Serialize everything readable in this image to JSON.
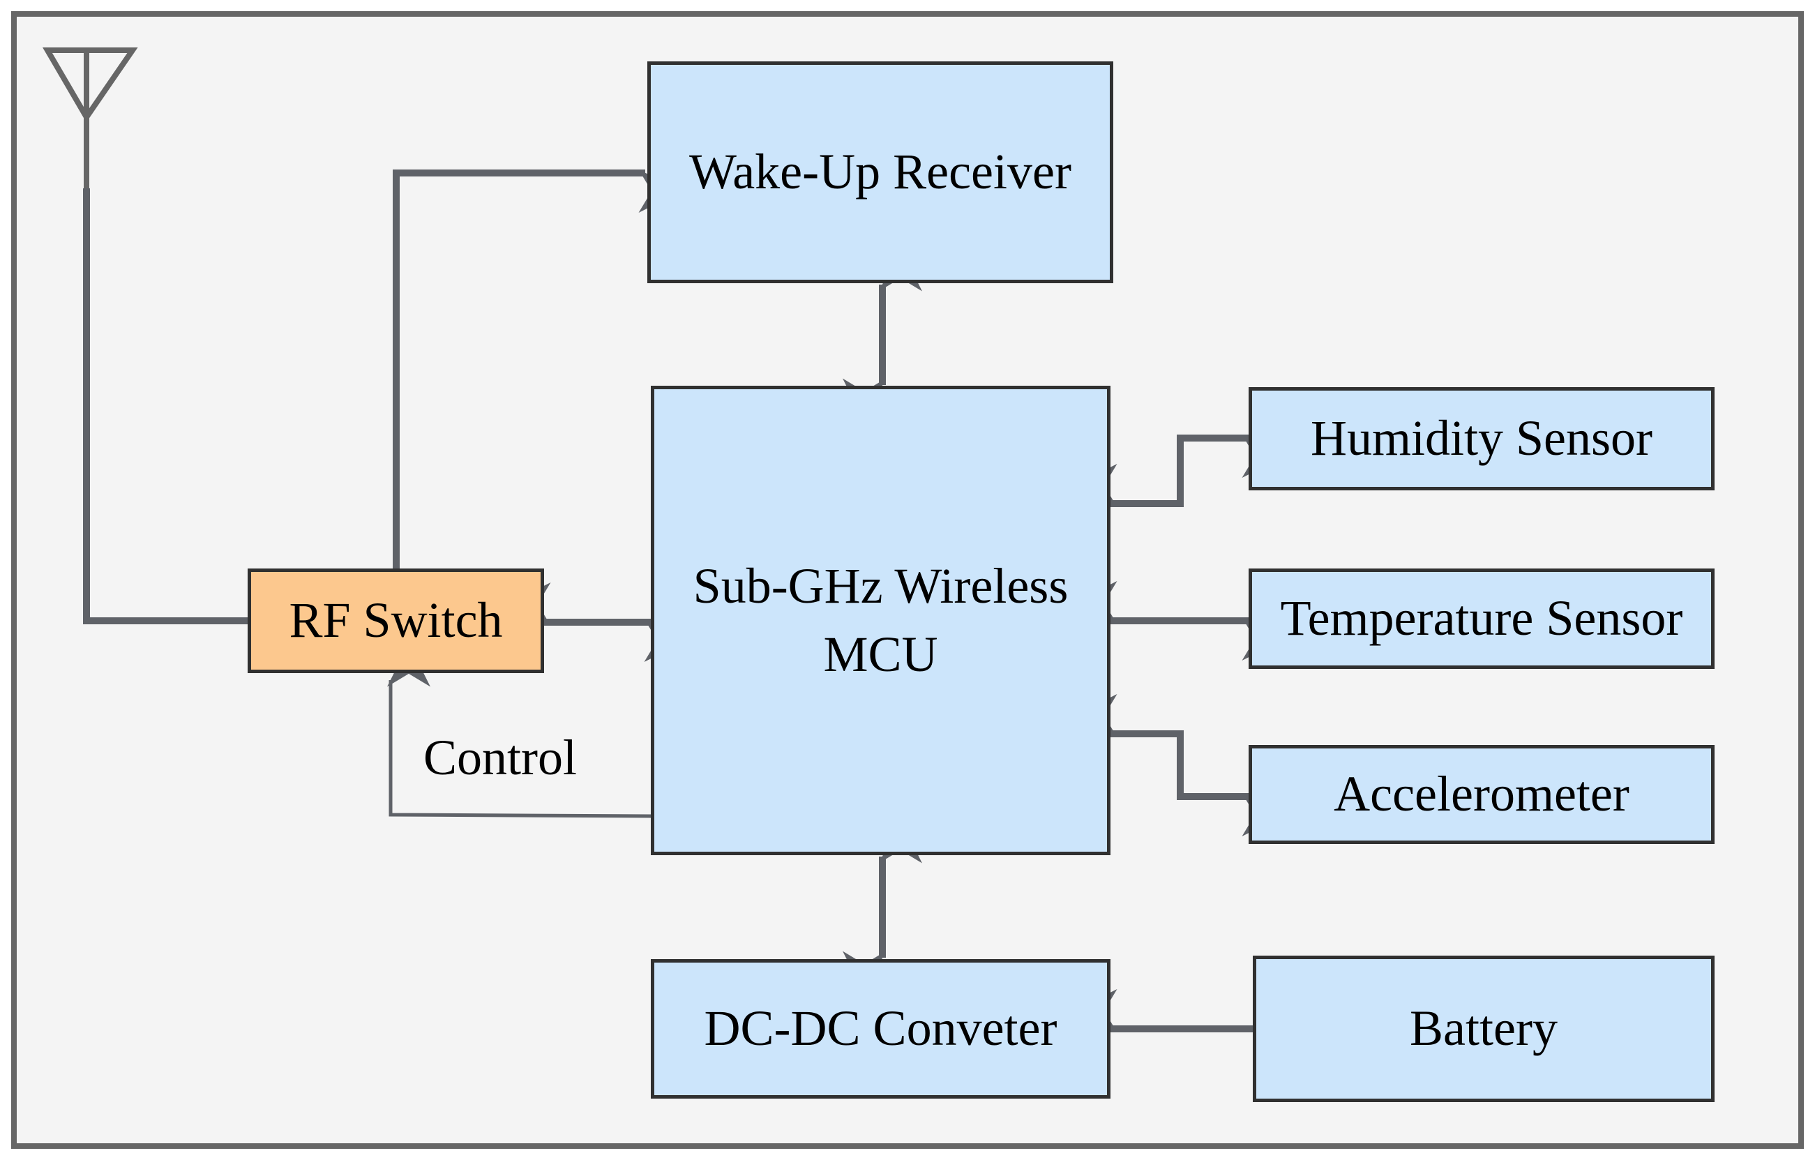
{
  "diagram": {
    "blocks": {
      "wakeup": "Wake-Up Receiver",
      "mcu_line1": "Sub-GHz Wireless",
      "mcu_line2": "MCU",
      "rf_switch": "RF Switch",
      "humidity": "Humidity Sensor",
      "temperature": "Temperature Sensor",
      "accelerometer": "Accelerometer",
      "dcdc": "DC-DC Conveter",
      "battery": "Battery"
    },
    "labels": {
      "control": "Control"
    },
    "colors": {
      "background": "#f4f4f4",
      "frame": "#666666",
      "block_fill": "#cce5fb",
      "rf_switch_fill": "#fcc88e",
      "block_border": "#303030",
      "connector": "#5f6268"
    }
  }
}
